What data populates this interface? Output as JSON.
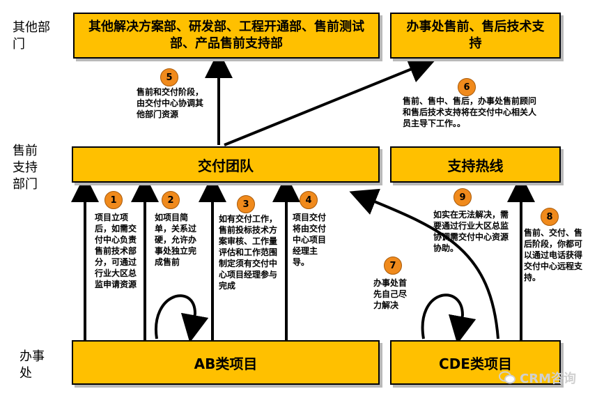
{
  "row_labels": {
    "other_depts": "其他部门",
    "presales": "售前支持部门",
    "office": "办事处"
  },
  "boxes": {
    "other_depts": "其他解决方案部、研发部、工程开通部、售前测试部、产品售前支持部",
    "office_tech": "办事处售前、售后技术支持",
    "delivery_team": "交付团队",
    "hotline": "支持热线",
    "ab_projects": "AB类项目",
    "cde_projects": "CDE类项目"
  },
  "steps": [
    {
      "num": "1",
      "text": "项目立项后，如需交付中心负责售前技术部分，可通过行业大区总监申请资源"
    },
    {
      "num": "2",
      "text": "如项目简单，关系过硬，允许办事处独立完成售前"
    },
    {
      "num": "3",
      "text": "如有交付工作，售前投标技术方案审核、工作量评估和工作范围制定须有交付中心项目经理参与完成"
    },
    {
      "num": "4",
      "text": "项目交付将由交付中心项目经理主导。"
    },
    {
      "num": "5",
      "text": "售前和交付阶段，由交付中心协调其他部门资源"
    },
    {
      "num": "6",
      "text": "售前、售中、售后，办事处售前顾问和售后技术支持将在交付中心相关人员主导下工作。。"
    },
    {
      "num": "7",
      "text": "办事处首先自己尽力解决"
    },
    {
      "num": "8",
      "text": "售前、交付、售后阶段，你都可以通过电话获得交付中心远程支持。"
    },
    {
      "num": "9",
      "text": "如实在无法解决，需要通过行业大区总监协调需交付中心资源协助。"
    }
  ],
  "watermark": "CRM咨询"
}
